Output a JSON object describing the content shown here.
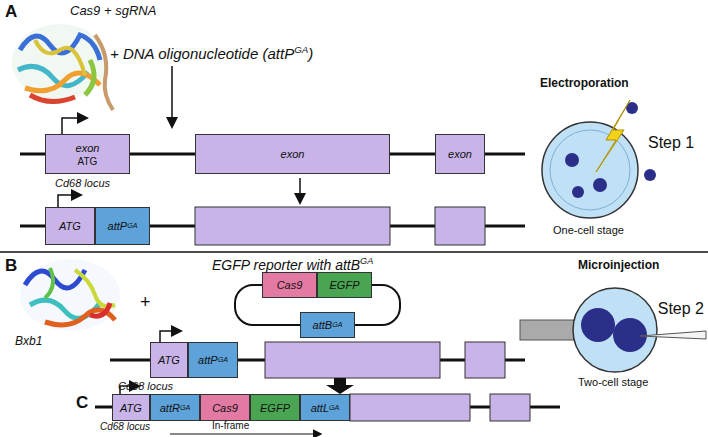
{
  "diagram": {
    "nodes": [
      {
        "text": [
          "exon",
          "ATG"
        ]
      },
      {
        "text": [
          "exon"
        ]
      },
      {
        "text": [
          "exon"
        ]
      },
      {
        "text": [
          "ATG"
        ]
      },
      {
        "text": [
          "attP",
          "GA"
        ]
      },
      {
        "text": [
          "Cas9"
        ]
      },
      {
        "text": [
          "EGFP"
        ]
      },
      {
        "text": [
          "attB",
          "GA"
        ]
      },
      {
        "text": [
          "ATG"
        ]
      },
      {
        "text": [
          "attP",
          "GA"
        ]
      },
      {
        "text": [
          "ATG"
        ]
      },
      {
        "text": [
          "attR",
          "GA"
        ]
      },
      {
        "text": [
          "Cas9"
        ]
      },
      {
        "text": [
          "EGFP"
        ]
      },
      {
        "text": [
          "attL",
          "GA"
        ]
      }
    ],
    "labels": [
      "A",
      "Cas9 + sgRNA",
      "+ DNA oligonucleotide (attP",
      "GA",
      ")",
      "Cd68 locus",
      "Electroporation",
      "Step 1",
      "One-cell stage",
      "B",
      "Bxb1",
      "+",
      "EGFP reporter with attB",
      "GA",
      "Microinjection",
      "Cd68 locus",
      "Step 2",
      "Two-cell stage",
      "C",
      "Cd68 locus",
      "In-frame"
    ]
  }
}
